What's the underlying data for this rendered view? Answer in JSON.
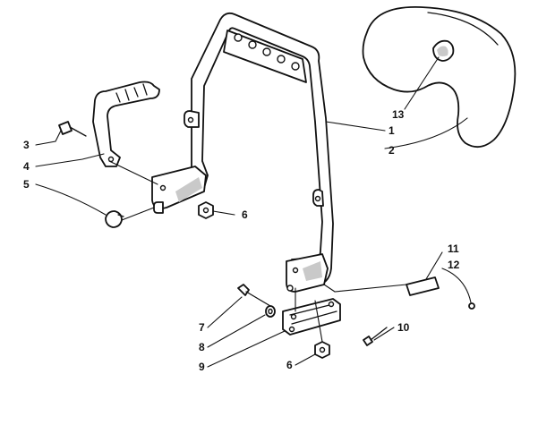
{
  "callouts": {
    "c1": "1",
    "c2": "2",
    "c3": "3",
    "c4": "4",
    "c5": "5",
    "c6a": "6",
    "c6b": "6",
    "c7": "7",
    "c8": "8",
    "c9": "9",
    "c10": "10",
    "c11": "11",
    "c12": "12",
    "c13": "13"
  },
  "colors": {
    "ink": "#111111",
    "paper": "#ffffff",
    "shade": "#c9c9c9"
  }
}
